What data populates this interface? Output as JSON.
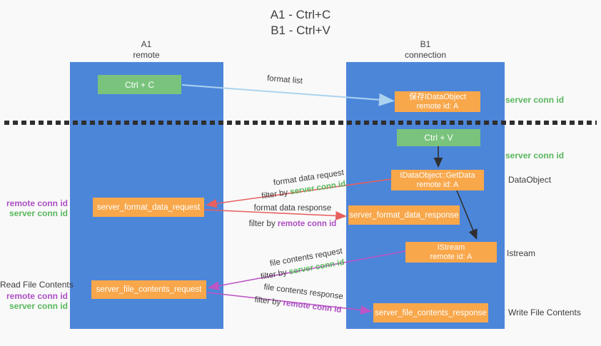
{
  "title": {
    "line1": "A1 - Ctrl+C",
    "line2": "B1 - Ctrl+V"
  },
  "columns": {
    "left": {
      "id": "A1",
      "name": "remote"
    },
    "right": {
      "id": "B1",
      "name": "connection"
    }
  },
  "nodes": {
    "ctrl_c": {
      "label": "Ctrl + C"
    },
    "ctrl_v": {
      "label": "Ctrl + V"
    },
    "save_dataobject": {
      "line1": "保存IDataObject",
      "line2": "remote id: A"
    },
    "getdata": {
      "line1": "IDataObject::GetData",
      "line2": "remote id: A"
    },
    "istream": {
      "line1": "IStream",
      "line2": "remote id: A"
    },
    "format_request": {
      "label": "server_format_data_request"
    },
    "format_response": {
      "label": "server_format_data_response"
    },
    "file_request": {
      "label": "server_file_contents_request"
    },
    "file_response": {
      "label": "server_file_contents_response"
    }
  },
  "arrow_labels": {
    "format_list": "format list",
    "format_data_request": {
      "line1": "format data request",
      "filter_prefix": "filter by ",
      "filter_value": "server conn id"
    },
    "format_data_response": {
      "line1": "format data response",
      "filter_prefix": "filter by ",
      "filter_value": "remote conn id"
    },
    "file_contents_request": {
      "line1": "file contents request",
      "filter_prefix": "filter by ",
      "filter_value": "server conn id"
    },
    "file_contents_response": {
      "line1": "file contents response",
      "filter_prefix": "filter by ",
      "filter_value": "remote conn id"
    }
  },
  "side_labels": {
    "server_conn_id_top": "server conn id",
    "server_conn_id_mid": "server conn id",
    "dataobject": "DataObject",
    "istream": "Istream",
    "write_file_contents": "Write File Contents",
    "read_file_contents": "Read File Contents",
    "left_group1": {
      "remote": "remote conn id",
      "server": "server conn id"
    },
    "left_group2": {
      "remote": "remote conn id",
      "server": "server conn id"
    }
  },
  "colors": {
    "column_blue": "#4c86d9",
    "node_green": "#79c37d",
    "node_orange": "#f8a74b",
    "text_dark": "#3c3c3c",
    "server_conn_green": "#58b75c",
    "remote_conn_purple": "#ad4fc4",
    "arrow_light_blue": "#abd3f0",
    "arrow_red": "#e7605f",
    "arrow_magenta": "#bd55c5",
    "arrow_black": "#2f2f2f"
  }
}
